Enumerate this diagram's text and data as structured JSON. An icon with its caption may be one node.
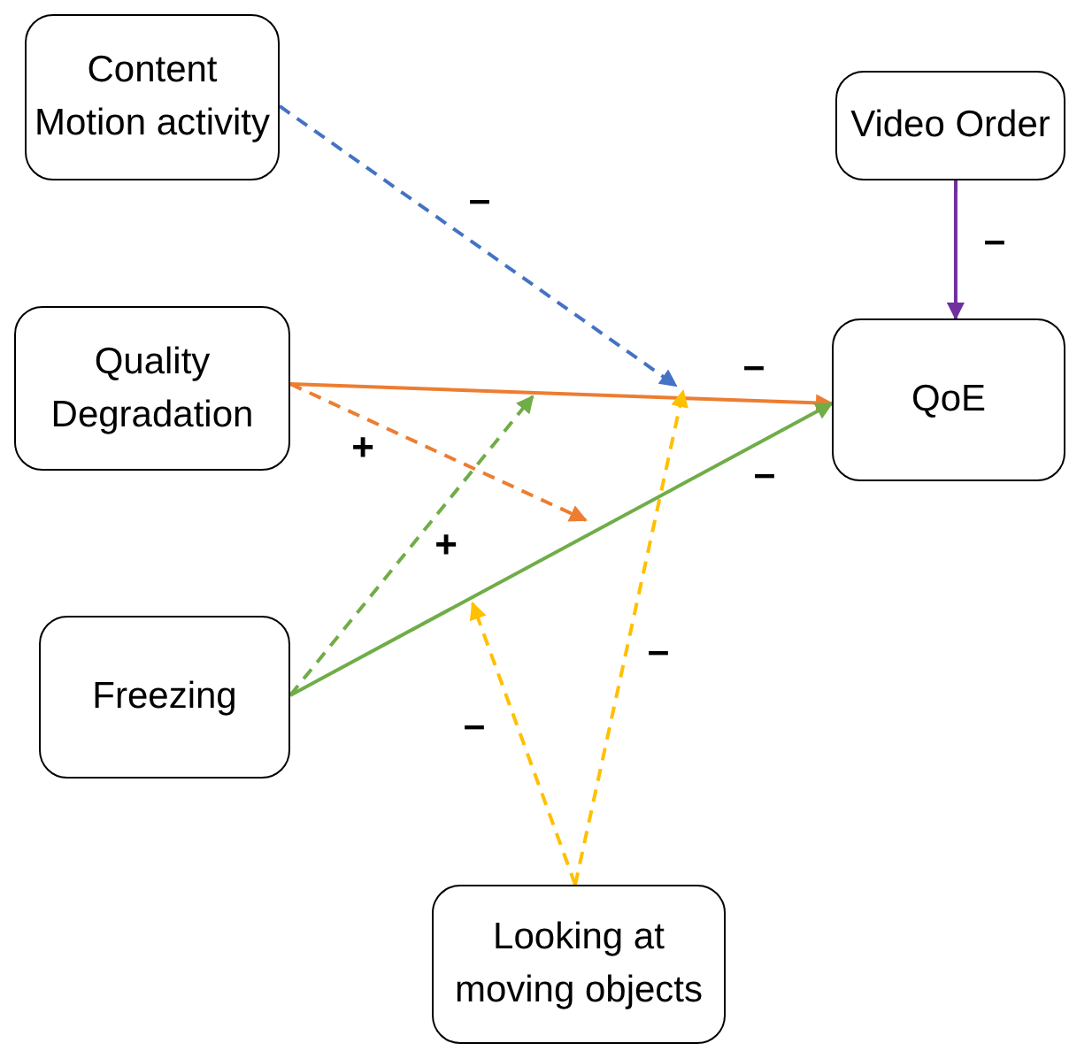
{
  "diagram": {
    "nodes": [
      {
        "text": [
          "Content Motion activity"
        ]
      },
      {
        "text": [
          "Video Order"
        ]
      },
      {
        "text": [
          "Quality Degradation"
        ]
      },
      {
        "text": [
          "QoE"
        ]
      },
      {
        "text": [
          "Freezing"
        ]
      },
      {
        "text": [
          "Looking at moving objects"
        ]
      }
    ],
    "edges": [
      {
        "from": 0,
        "to": null,
        "arrow": "to",
        "label": "–",
        "style": "dashed",
        "color": "#4472c4"
      },
      {
        "from": 1,
        "to": 3,
        "arrow": "to",
        "label": "–",
        "color": "#7030a0"
      },
      {
        "from": 2,
        "to": 3,
        "arrow": "to",
        "label": "–",
        "color": "#ed7d31"
      },
      {
        "from": 2,
        "to": null,
        "arrow": "to",
        "label": "+",
        "style": "dashed",
        "color": "#ed7d31"
      },
      {
        "from": 4,
        "to": 3,
        "arrow": "to",
        "label": "–",
        "color": "#70ad47"
      },
      {
        "from": 4,
        "to": null,
        "arrow": "to",
        "label": "+",
        "style": "dashed",
        "color": "#70ad47"
      },
      {
        "from": 5,
        "to": null,
        "arrow": "to",
        "label": "–",
        "style": "dashed",
        "color": "#ffc000"
      },
      {
        "from": 5,
        "to": null,
        "arrow": "to",
        "label": "–",
        "style": "dashed",
        "color": "#ffc000"
      }
    ]
  }
}
